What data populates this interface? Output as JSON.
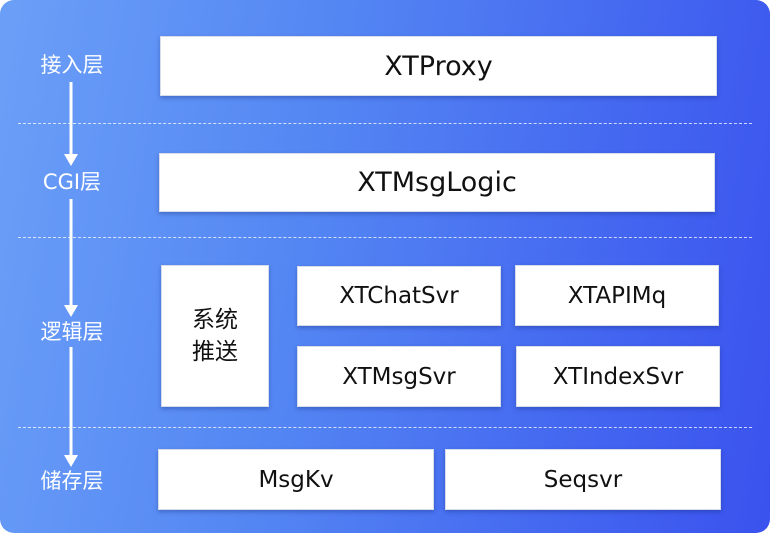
{
  "layers": {
    "access": "接入层",
    "cgi": "CGI层",
    "logic": "逻辑层",
    "storage": "储存层"
  },
  "modules": {
    "xtproxy": "XTProxy",
    "xtmsglogic": "XTMsgLogic",
    "system_push": [
      "系统",
      "推送"
    ],
    "xtchatsvr": "XTChatSvr",
    "xtapimq": "XTAPIMq",
    "xtmsgsvr": "XTMsgSvr",
    "xtindexsvr": "XTIndexSvr",
    "msgkv": "MsgKv",
    "seqsvr": "Seqsvr"
  },
  "colors": {
    "background_start": "#6b9ff7",
    "background_end": "#3a52ee",
    "box_fill": "#ffffff",
    "label_text": "#ffffff",
    "box_text": "#111111"
  }
}
